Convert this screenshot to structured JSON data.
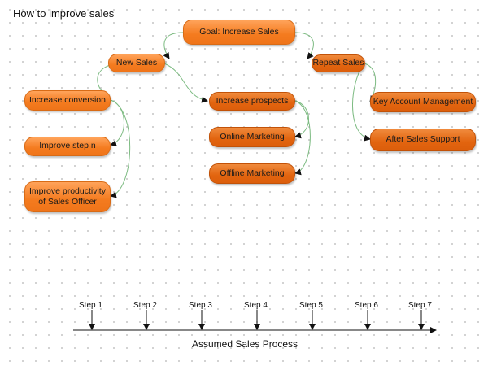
{
  "title": "How to improve sales",
  "nodes": {
    "goal": "Goal: Increase Sales",
    "new_sales": "New Sales",
    "repeat_sales": "Repeat Sales",
    "increase_conversion": "Increase conversion",
    "improve_step_n": "Improve step n",
    "improve_productivity": "Improve productivity of Sales Officer",
    "increase_prospects": "Increase prospects",
    "online_marketing": "Online Marketing",
    "offline_marketing": "Offline Marketing",
    "key_account": "Key Account Management",
    "after_sales": "After Sales Support"
  },
  "process": {
    "steps": [
      "Step 1",
      "Step 2",
      "Step 3",
      "Step 4",
      "Step 5",
      "Step 6",
      "Step 7"
    ],
    "label": "Assumed Sales Process"
  },
  "colors": {
    "connector": "#7dbb82",
    "node_light": "#f47b1f",
    "node_dark": "#e2640f"
  }
}
